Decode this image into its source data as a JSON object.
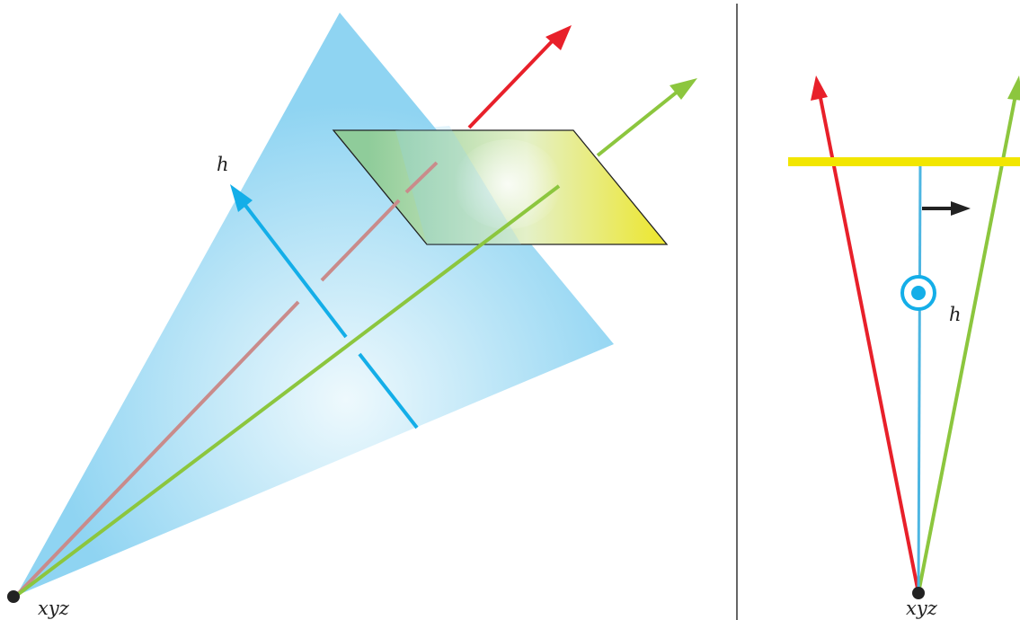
{
  "labels": {
    "left_origin": "xyz",
    "left_normal": "h",
    "right_origin": "xyz",
    "right_normal": "h"
  },
  "colors": {
    "triangle": "#8fd4f2",
    "triangle_glow": "#eef9fd",
    "plane_green": "#8fcc9a",
    "plane_yellow": "#ece737",
    "red_ray": "#e8202a",
    "green_ray": "#8cc63e",
    "pink_ray": "#c98b8b",
    "normal_blue": "#14aee8",
    "yellow_bar": "#f2e600",
    "divider": "#333333"
  }
}
